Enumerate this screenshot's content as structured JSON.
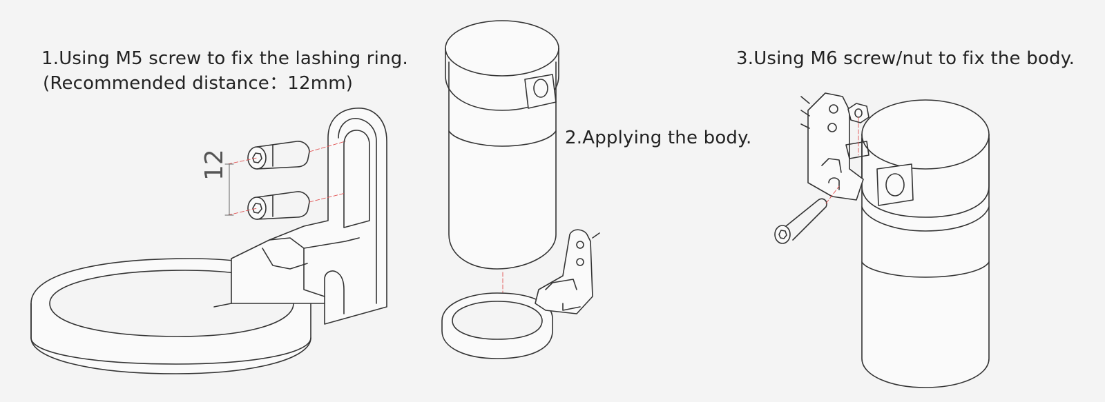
{
  "steps": {
    "step1": {
      "title": "1.Using M5 screw to fix the lashing ring.",
      "note": "(Recommended distance：12mm)",
      "dimension_label": "12"
    },
    "step2": {
      "title": "2.Applying the body."
    },
    "step3": {
      "title": "3.Using M6 screw/nut to fix the body."
    }
  },
  "colors": {
    "background": "#f4f4f4",
    "line": "#333333",
    "guide": "#e05050",
    "dimension": "#666666"
  }
}
